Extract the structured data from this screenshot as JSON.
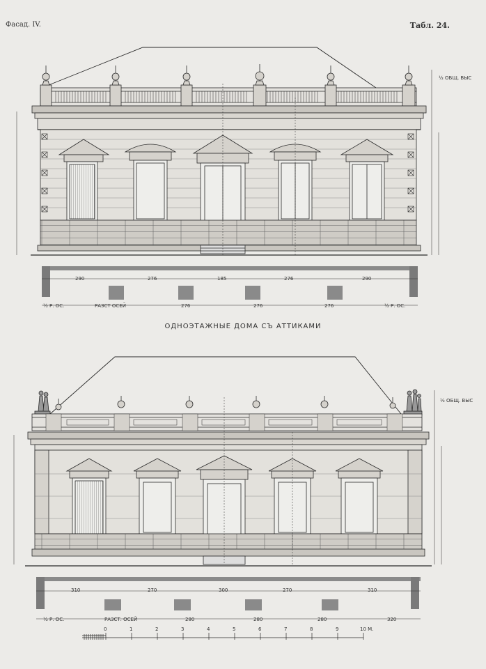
{
  "header": {
    "left": "Фасад. IV.",
    "right": "Табл. 24."
  },
  "caption": "ОДНОЭТАЖНЫЕ ДОМА СЪ АТТИКАМИ",
  "facade_top": {
    "height_label": "½ ОБЩ. ВЫС",
    "plan_dims": [
      "290",
      "276",
      "185",
      "276",
      "290"
    ],
    "axis_row": {
      "left": "½ Р. ОС.",
      "middle": "РАЗСТ ОСЕЙ",
      "values": [
        "276",
        "276",
        "276"
      ],
      "right": "½ Р. ОС."
    }
  },
  "facade_bottom": {
    "height_label": "½ ОБЩ. ВЫС",
    "plan_dims": [
      "310",
      "270",
      "300",
      "270",
      "310"
    ],
    "axis_row": {
      "left": "½ Р. ОС.",
      "middle": "РАЗСТ. ОСЕЙ",
      "values": [
        "280",
        "280",
        "280",
        "320"
      ]
    }
  },
  "scale": {
    "ticks": [
      "0",
      "1",
      "2",
      "3",
      "4",
      "5",
      "6",
      "7",
      "8",
      "9",
      "10 М."
    ]
  },
  "colors": {
    "paper": "#ecebe8",
    "ink": "#2a2a2a",
    "wall": "#d9d6d0",
    "plan_fill": "#8a8a8a"
  }
}
